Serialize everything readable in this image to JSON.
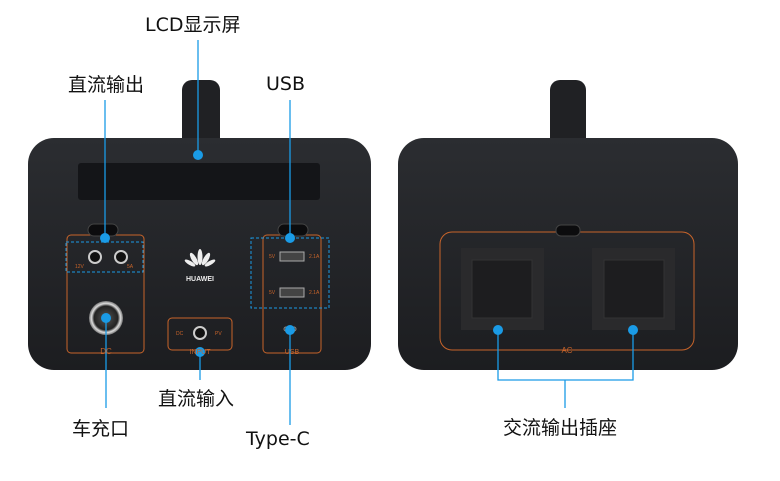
{
  "callouts": {
    "lcd": "LCD显示屏",
    "dc_output": "直流输出",
    "usb": "USB",
    "car_port": "车充口",
    "dc_input": "直流输入",
    "type_c": "Type-C",
    "ac_outlets": "交流输出插座"
  },
  "device_labels": {
    "brand": "HUAWEI",
    "dc": "DC",
    "input": "INPUT",
    "input_dc": "DC",
    "input_pv": "PV",
    "usb": "USB",
    "ac": "AC",
    "dc_12v": "12V",
    "dc_5a": "5A",
    "usb_5v": "5V",
    "usb_21a": "2.1A"
  },
  "colors": {
    "accent": "#1a9be6",
    "trim": "#c8642a",
    "body": "#222428"
  }
}
